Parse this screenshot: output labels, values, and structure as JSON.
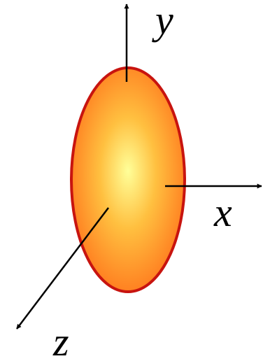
{
  "axes": {
    "x": {
      "label": "x"
    },
    "y": {
      "label": "y"
    },
    "z": {
      "label": "z"
    }
  },
  "ellipsoid": {
    "outline_color": "#c8140f",
    "center_color": "#ffff99",
    "mid_color": "#ffc040",
    "edge_color": "#ff7a1e"
  },
  "axis_color": "#000000"
}
